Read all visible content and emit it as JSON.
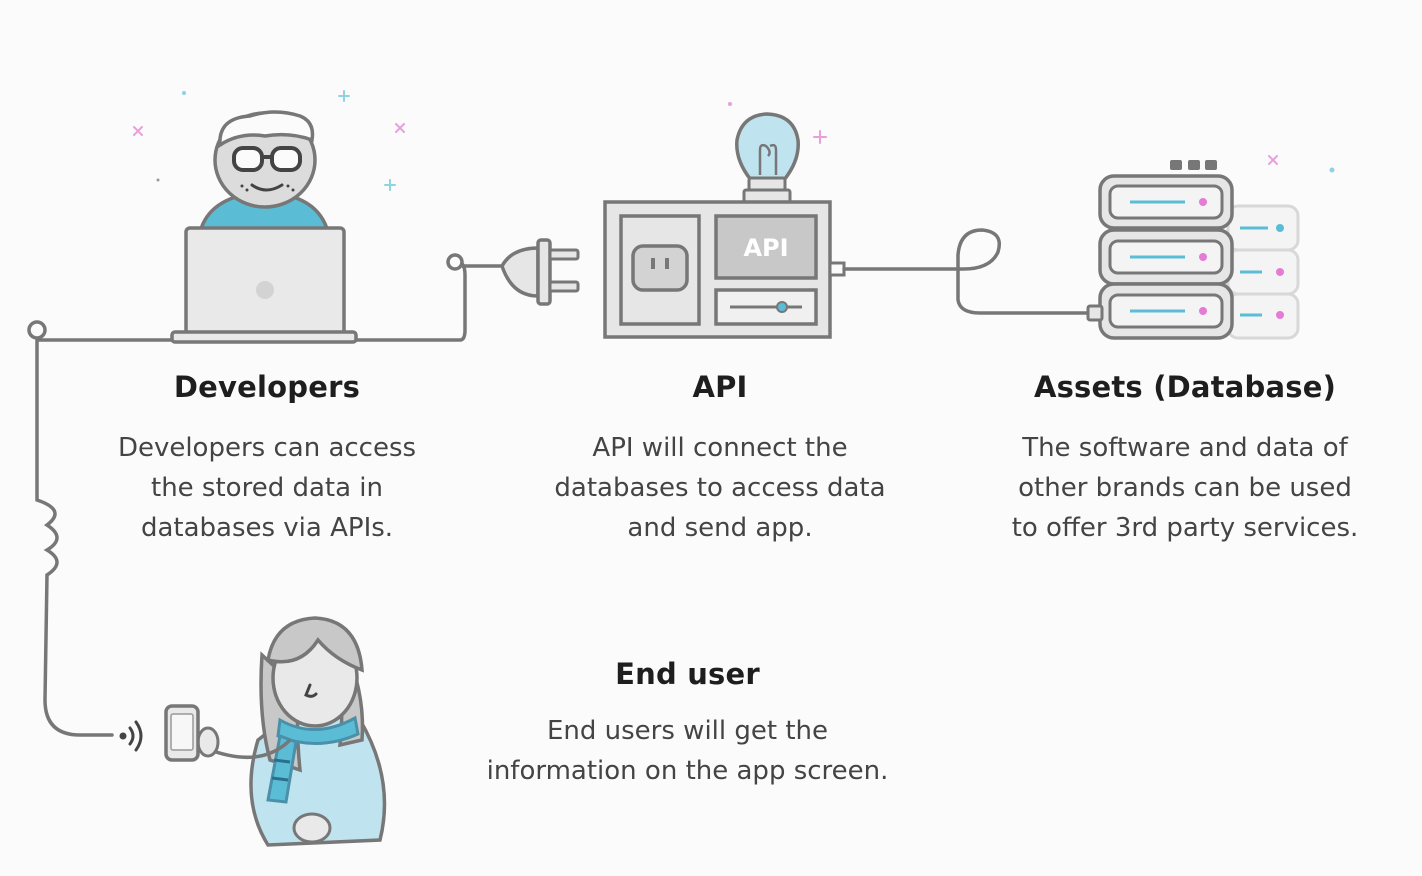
{
  "colors": {
    "line": "#777777",
    "blue": "#5bbcd6",
    "light_blue": "#bfe4ef",
    "pink": "#e47bd4",
    "gray_fill": "#dcdcdc",
    "box_fill": "#e6e6e6"
  },
  "api_badge": "API",
  "sections": {
    "developers": {
      "title": "Developers",
      "lines": [
        "Developers can access",
        "the stored data in",
        "databases via APIs."
      ]
    },
    "api": {
      "title": "API",
      "lines": [
        "API will connect the",
        "databases to access data",
        "and send app."
      ]
    },
    "assets": {
      "title": "Assets (Database)",
      "lines": [
        "The software and data of",
        "other brands can be used",
        "to offer 3rd party services."
      ]
    },
    "end_user": {
      "title": "End user",
      "lines": [
        "End users will get the",
        "information on the app screen."
      ]
    }
  }
}
